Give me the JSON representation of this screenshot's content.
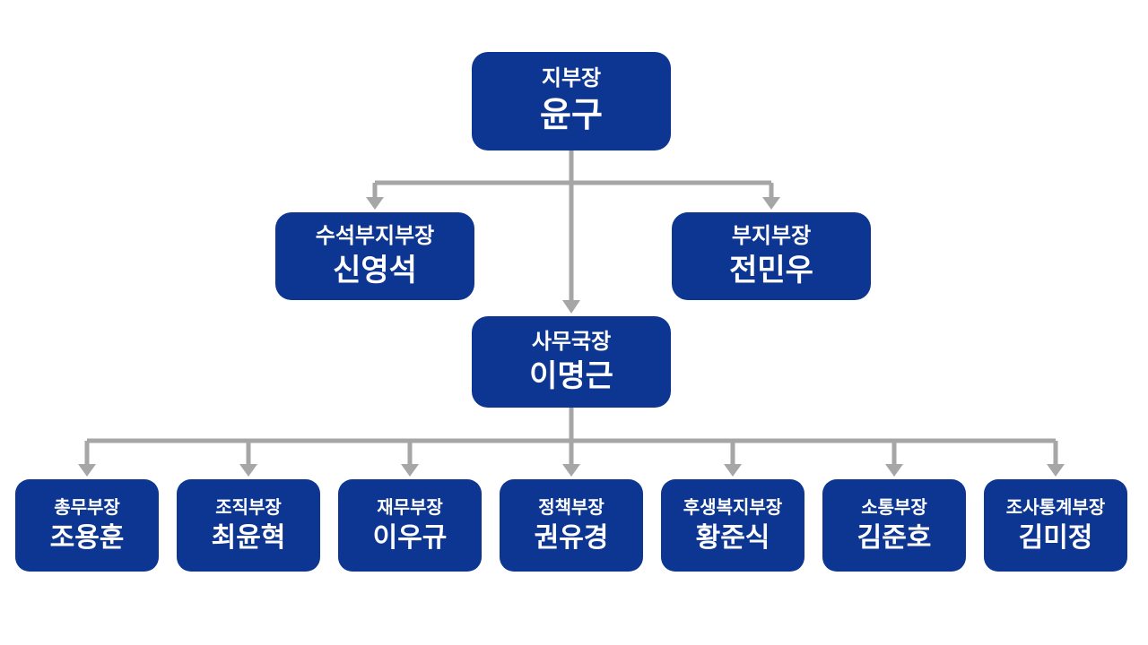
{
  "org_chart": {
    "type": "org-chart",
    "colors": {
      "box_fill": "#0d3692",
      "box_text": "#ffffff",
      "connector": "#a6a6a6",
      "background": "#ffffff"
    },
    "root": {
      "title": "지부장",
      "name": "윤구"
    },
    "level2": [
      {
        "title": "수석부지부장",
        "name": "신영석"
      },
      {
        "title": "부지부장",
        "name": "전민우"
      }
    ],
    "level3": {
      "title": "사무국장",
      "name": "이명근"
    },
    "departments": [
      {
        "title": "총무부장",
        "name": "조용훈"
      },
      {
        "title": "조직부장",
        "name": "최윤혁"
      },
      {
        "title": "재무부장",
        "name": "이우규"
      },
      {
        "title": "정책부장",
        "name": "권유경"
      },
      {
        "title": "후생복지부장",
        "name": "황준식"
      },
      {
        "title": "소통부장",
        "name": "김준호"
      },
      {
        "title": "조사통계부장",
        "name": "김미정"
      }
    ]
  }
}
